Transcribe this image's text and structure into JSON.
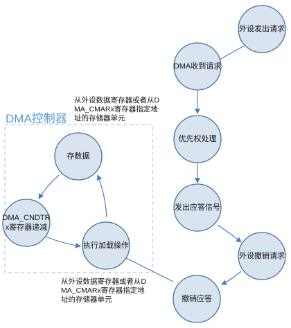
{
  "controller": {
    "title": "DMA控制器"
  },
  "nodes": {
    "peripheral_request": [
      "外设发出请求"
    ],
    "dma_receive": [
      "DMA收到请求"
    ],
    "priority": [
      "优先权处理"
    ],
    "ack_signal": [
      "发出应答信号"
    ],
    "revoke_request": [
      "外设撤销请求"
    ],
    "revoke_ack": [
      "撤销应答"
    ],
    "store_data": [
      "存数据"
    ],
    "load_op": [
      "执行加载操作"
    ],
    "cndtr": [
      "DMA_CNDTR",
      "x寄存器递减"
    ]
  },
  "notes": {
    "top": "从外设数据寄存器或者从D\nMA_CMARx寄存器指定地\n址的存储器单元",
    "bottom": "从外设数据寄存器或者从D\nMA_CMARx寄存器指定地\n址的存储器单元"
  },
  "colors": {
    "node_fill": "#d9e4f1",
    "node_stroke": "#41719c",
    "edge": "#4a7fbf",
    "controller_title": "#5b9bd5",
    "controller_border": "#b4c7e7"
  }
}
